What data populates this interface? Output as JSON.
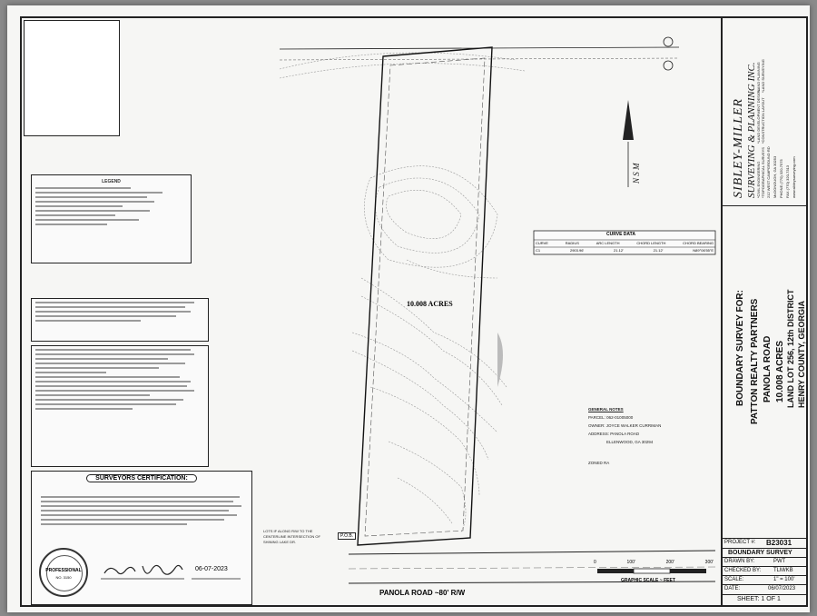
{
  "company": {
    "name_line1": "SIBLEY-MILLER",
    "name_line2": "SURVEYING & PLANNING INC.",
    "address": "212 WEST CAMPGROUND RD",
    "city": "McDONOUGH, GA 30253",
    "phone": "PHONE (770) 320-7575",
    "fax": "FAX (770) 320-7313",
    "website": "www.sibleysurveying.com",
    "services": [
      "*CIVIL ENGINEERING",
      "*TOPOGRAPHICAL SURVEYS",
      "*LAND DEVELOPMENT DESIGN",
      "*CONSTRUCTION LAYOUT",
      "*LAND PLANNING",
      "*LAND SURVEYING"
    ]
  },
  "survey_title": {
    "heading": "BOUNDARY SURVEY FOR:",
    "client": "PATTON REALTY PARTNERS",
    "road": "PANOLA ROAD",
    "acreage": "10.008 ACRES",
    "land_lot": "LAND LOT 256, 12th DISTRICT",
    "county": "HENRY COUNTY, GEORGIA"
  },
  "title_block": {
    "project_label": "PROJECT #:",
    "project_value": "B23031",
    "type": "BOUNDARY SURVEY",
    "drawn_label": "DRAWN BY:",
    "drawn_value": "PWT",
    "checked_label": "CHECKED BY:",
    "checked_value": "TLM/KB",
    "scale_label": "SCALE:",
    "scale_value": "1\" = 100'",
    "date_label": "DATE:",
    "date_value": "06/07/2023",
    "sheet": "SHEET: 1 OF 1"
  },
  "legend": {
    "title": "LEGEND"
  },
  "certification": {
    "title": "SURVEYORS CERTIFICATION:",
    "seal_text": "PROFESSIONAL",
    "seal_number": "NO. 3150",
    "date": "06-07-2023"
  },
  "plat": {
    "acreage_label": "10.008 ACRES",
    "road_label": "PANOLA ROAD ~80' R/W",
    "north_label": "N S M"
  },
  "scale_bar": {
    "ticks": [
      "0",
      "100'",
      "200'",
      "300'"
    ],
    "caption": "GRAPHIC SCALE ~ FEET"
  },
  "notes": {
    "general_title": "GENERAL NOTES",
    "parcel": "PARCEL: 062-01005000",
    "owner": "OWNER: JOYCE WALKER CURRIMAN",
    "address": "ADDRESS: PANOLA ROAD",
    "city": "ELLENWOOD, GA 30294",
    "zoned": "ZONED RA"
  },
  "curve_table": {
    "title": "CURVE DATA",
    "headers": [
      "CURVE",
      "RADIUS",
      "ARC LENGTH",
      "CHORD LENGTH",
      "CHORD BEARING"
    ],
    "row": [
      "C1",
      "2903.96'",
      "21.12'",
      "21.12'",
      "N89°06'55\"E"
    ]
  },
  "callouts": {
    "intersection": "LOTS IF ALONG R/W TO THE CENTERLINE INTERSECTION OF SHINING LAKE DR.",
    "pob": "P.O.B."
  }
}
